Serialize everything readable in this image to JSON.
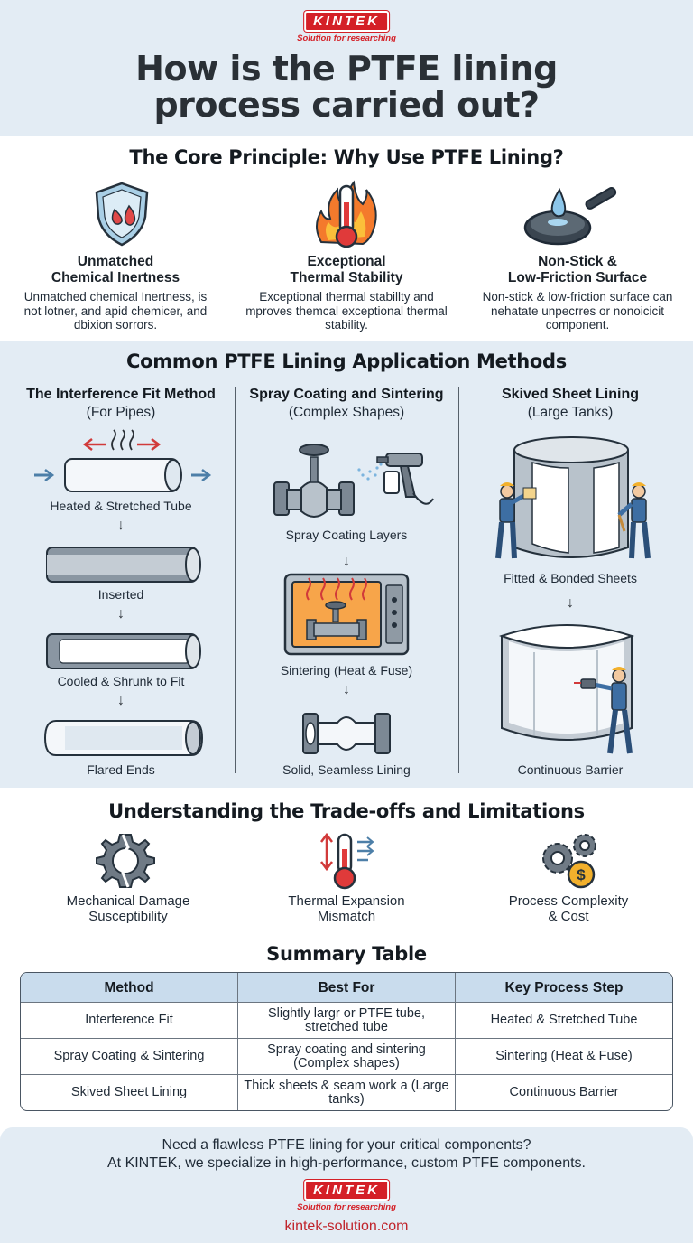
{
  "brand": {
    "name": "KINTEK",
    "tagline": "Solution for researching",
    "url": "kintek-solution.com",
    "color": "#d42027"
  },
  "header": {
    "title_line1": "How is the PTFE lining",
    "title_line2": "process carried out?"
  },
  "core": {
    "heading": "The Core Principle: Why Use PTFE Lining?",
    "items": [
      {
        "icon": "shield-droplet-icon",
        "title_line1": "Unmatched",
        "title_line2": "Chemical Inertness",
        "desc": "Unmatched chemical Inertness, is not lotner, and apid chemicer, and dbixion sorrors."
      },
      {
        "icon": "thermometer-flame-icon",
        "title_line1": "Exceptional",
        "title_line2": "Thermal Stability",
        "desc": "Exceptional thermal stabillty and mproves themcal exceptional thermal stability."
      },
      {
        "icon": "frying-pan-droplet-icon",
        "title_line1": "Non-Stick &",
        "title_line2": "Low-Friction Surface",
        "desc": "Non-stick & low-friction surface can nehatate unpecrres or nonoicicit component."
      }
    ]
  },
  "methods": {
    "heading": "Common PTFE Lining Application Methods",
    "columns": [
      {
        "title": "The Interference Fit Method",
        "subtitle": "(For Pipes)",
        "steps": [
          "Heated & Stretched Tube",
          "Inserted",
          "Cooled & Shrunk to Fit",
          "Flared Ends"
        ]
      },
      {
        "title": "Spray Coating and Sintering",
        "subtitle": "(Complex Shapes)",
        "steps": [
          "Spray Coating Layers",
          "Sintering (Heat & Fuse)",
          "Solid, Seamless Lining"
        ]
      },
      {
        "title": "Skived Sheet Lining",
        "subtitle": "(Large Tanks)",
        "steps": [
          "Fitted & Bonded Sheets",
          "Continuous Barrier"
        ]
      }
    ]
  },
  "tradeoffs": {
    "heading": "Understanding the Trade-offs and Limitations",
    "items": [
      {
        "icon": "broken-gear-icon",
        "line1": "Mechanical Damage",
        "line2": "Susceptibility"
      },
      {
        "icon": "thermometer-arrows-icon",
        "line1": "Thermal Expansion",
        "line2": "Mismatch"
      },
      {
        "icon": "gears-dollar-icon",
        "line1": "Process Complexity",
        "line2": "& Cost"
      }
    ]
  },
  "summary": {
    "heading": "Summary Table",
    "headers": [
      "Method",
      "Best For",
      "Key Process Step"
    ],
    "rows": [
      [
        "Interference Fit",
        "Slightly largr or PTFE tube, stretched tube",
        "Heated & Stretched Tube"
      ],
      [
        "Spray Coating & Sintering",
        "Spray coating and sintering (Complex shapes)",
        "Sintering (Heat & Fuse)"
      ],
      [
        "Skived Sheet Lining",
        "Thick sheets & seam work a (Large tanks)",
        "Continuous Barrier"
      ]
    ]
  },
  "footer": {
    "line1": "Need a flawless PTFE lining for your critical components?",
    "line2": "At KINTEK, we specialize in high-performance, custom PTFE components."
  }
}
